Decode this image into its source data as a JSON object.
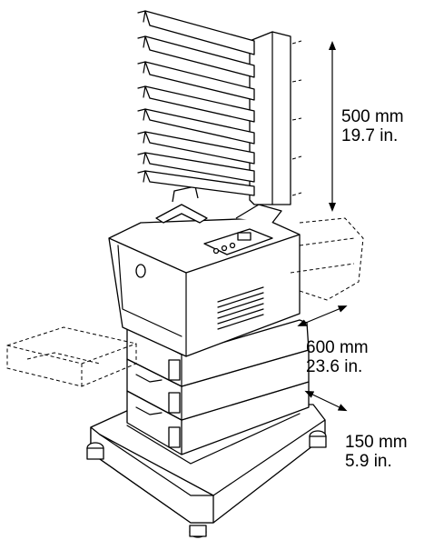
{
  "dimensions": [
    {
      "metric": "500 mm",
      "imperial": "19.7 in."
    },
    {
      "metric": "600 mm",
      "imperial": "23.6 in."
    },
    {
      "metric": "150 mm",
      "imperial": "5.9 in."
    }
  ],
  "colors": {
    "line": "#000000",
    "background": "#ffffff"
  }
}
